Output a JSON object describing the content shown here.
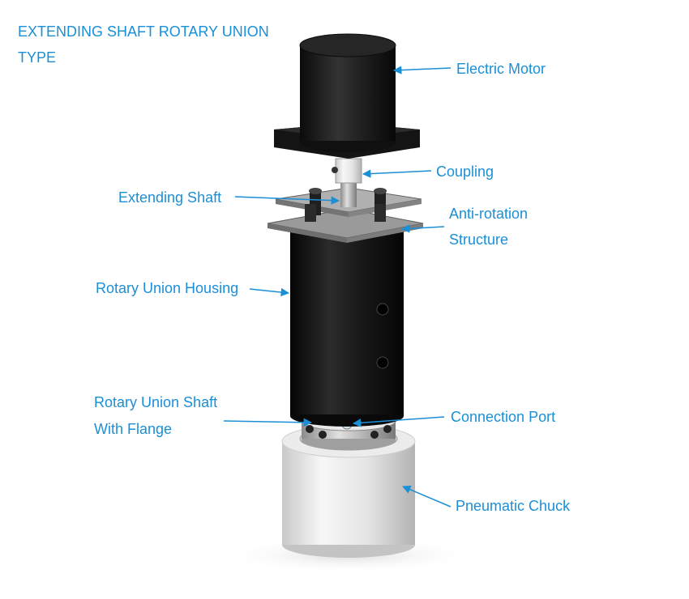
{
  "title": {
    "line1": "EXTENDING SHAFT ROTARY UNION",
    "line2": "TYPE"
  },
  "labels": {
    "electric_motor": "Electric Motor",
    "coupling": "Coupling",
    "extending_shaft": "Extending Shaft",
    "anti_rotation_1": "Anti-rotation",
    "anti_rotation_2": "Structure",
    "housing": "Rotary Union Housing",
    "shaft_flange_1": "Rotary Union Shaft",
    "shaft_flange_2": "With Flange",
    "connection_port": "Connection Port",
    "pneumatic_chuck": "Pneumatic Chuck"
  },
  "colors": {
    "label": "#1b8fd6",
    "arrow": "#1b8fd6"
  }
}
